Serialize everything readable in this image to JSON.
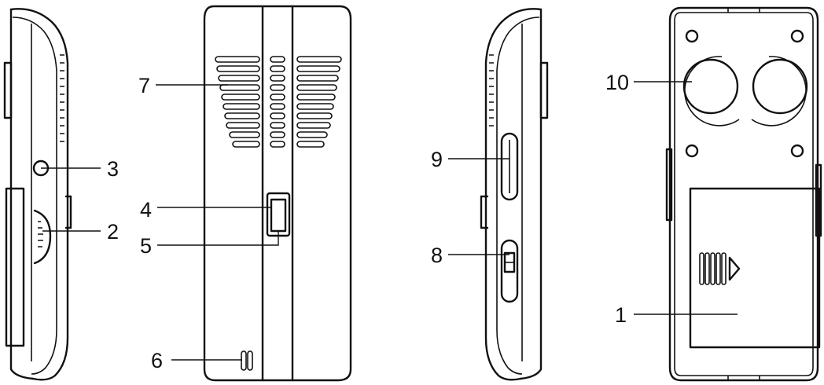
{
  "diagram": {
    "views": [
      "left-side",
      "front",
      "right-side",
      "back"
    ],
    "callouts": [
      {
        "id": "c1",
        "label": "1"
      },
      {
        "id": "c2",
        "label": "2"
      },
      {
        "id": "c3",
        "label": "3"
      },
      {
        "id": "c4",
        "label": "4"
      },
      {
        "id": "c5",
        "label": "5"
      },
      {
        "id": "c6",
        "label": "6"
      },
      {
        "id": "c7",
        "label": "7"
      },
      {
        "id": "c8",
        "label": "8"
      },
      {
        "id": "c9",
        "label": "9"
      },
      {
        "id": "c10",
        "label": "10"
      }
    ]
  }
}
